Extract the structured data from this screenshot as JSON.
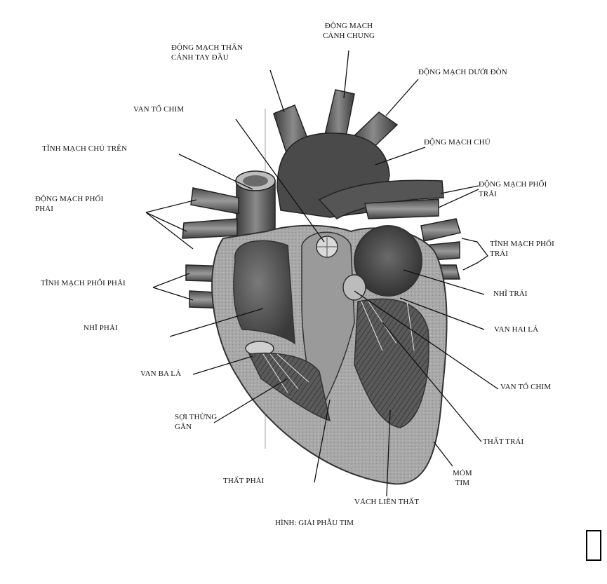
{
  "diagram": {
    "caption": "HÌNH: GIẢI PHẪU TIM",
    "labels": {
      "dong_mach_canh_chung": [
        "ĐỘNG MẠCH",
        "CẢNH CHUNG"
      ],
      "dong_mach_than_canh_tay_dau": [
        "ĐỘNG MẠCH THÂN",
        "CÁNH TAY ĐẦU"
      ],
      "dong_mach_duoi_don": "ĐỘNG MẠCH DƯỚI ĐÒN",
      "van_to_chim_top": "VAN TỔ CHIM",
      "dong_mach_chu": "ĐỘNG MẠCH CHỦ",
      "tinh_mach_chu_tren": "TĨNH MẠCH CHỦ TRÊN",
      "dong_mach_phoi_trai": [
        "ĐỘNG MẠCH PHỔI",
        "TRÁI"
      ],
      "dong_mach_phoi_phai": [
        "ĐỘNG MẠCH PHỔI",
        "PHẢI"
      ],
      "tinh_mach_phoi_trai": [
        "TĨNH MẠCH PHỔI",
        "TRÁI"
      ],
      "tinh_mach_phoi_phai": "TĨNH MẠCH PHỔI PHẢI",
      "nhi_trai": "NHĨ TRÁI",
      "nhi_phai": "NHĨ PHẢI",
      "van_hai_la": "VAN HAI LÁ",
      "van_ba_la": "VAN BA LÁ",
      "van_to_chim_right": "VAN TỔ CHIM",
      "soi_thung_gan": [
        "SỢI THỪNG",
        "GÂN"
      ],
      "that_trai": "THẤT TRÁI",
      "mom_tim": [
        "MỎM",
        "TIM"
      ],
      "that_phai": "THẤT PHẢI",
      "vach_lien_that": "VÁCH LIÊN THẤT"
    }
  }
}
